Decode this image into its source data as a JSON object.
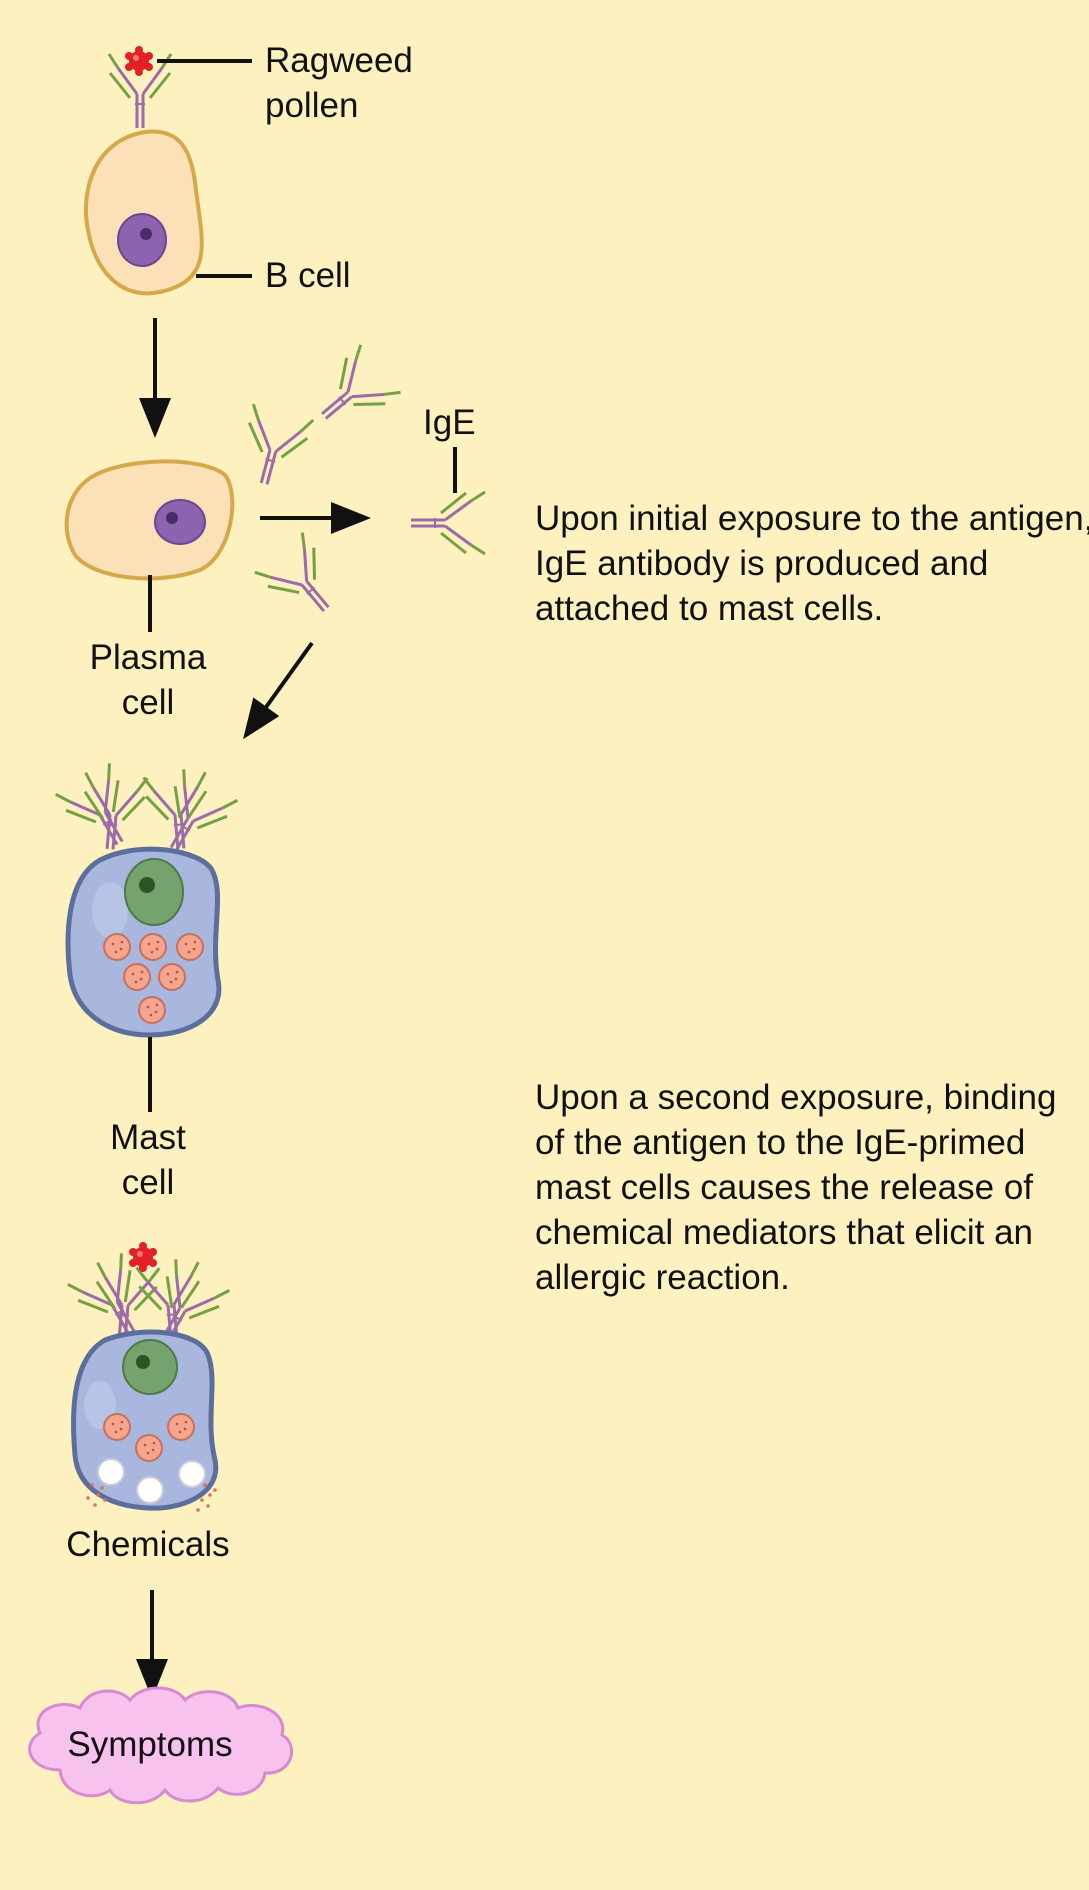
{
  "labels": {
    "ragweed_pollen": [
      "Ragweed",
      "pollen"
    ],
    "b_cell": "B cell",
    "ige": "IgE",
    "plasma_cell": [
      "Plasma",
      "cell"
    ],
    "mast_cell": [
      "Mast",
      "cell"
    ],
    "chemicals": "Chemicals",
    "symptoms": "Symptoms"
  },
  "descriptions": {
    "initial_exposure": "Upon initial exposure to the antigen, IgE antibody is produced and attached to mast cells.",
    "second_exposure": "Upon a second exposure, binding of the antigen to the IgE-primed mast cells causes the release of chemical mediators that elicit an allergic reaction."
  },
  "colors": {
    "background": "#fdf1bf",
    "b_cell_fill": "#fbe0b8",
    "b_cell_border": "#d7a84a",
    "b_nucleus": "#8d63b0",
    "mast_cell_fill": "#a9b6dd",
    "mast_cell_border": "#5c6e9b",
    "mast_nucleus": "#75a26d",
    "granule": "#f5a48e",
    "pollen": "#e41f26",
    "antibody_heavy": "#9d6ba8",
    "antibody_light": "#76a043",
    "cloud": "#f8c2ee"
  }
}
